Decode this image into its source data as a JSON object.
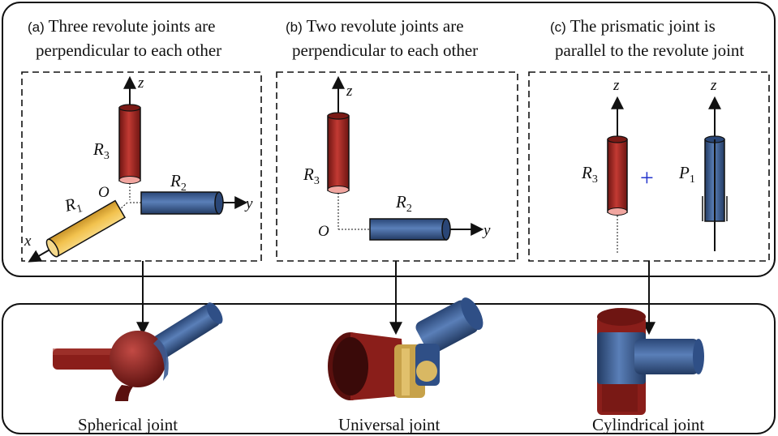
{
  "panels": [
    {
      "tag": "(a)",
      "title_line1": "Three revolute joints are",
      "title_line2": "perpendicular to each other"
    },
    {
      "tag": "(b)",
      "title_line1": "Two revolute joints are",
      "title_line2": "perpendicular to each other"
    },
    {
      "tag": "(c)",
      "title_line1": "The prismatic joint is",
      "title_line2": "parallel to the revolute joint"
    }
  ],
  "labels": {
    "z": "z",
    "y": "y",
    "x": "x",
    "O": "O",
    "R": "R",
    "P": "P",
    "sub1": "1",
    "sub2": "2",
    "sub3": "3",
    "plus": "+"
  },
  "captions": {
    "spherical": "Spherical joint",
    "universal": "Universal joint",
    "cylindrical": "Cylindrical joint"
  },
  "colors": {
    "red": "#a8231f",
    "blue": "#3b5c94",
    "yellow": "#f2c24e",
    "plus": "#2233cc"
  }
}
